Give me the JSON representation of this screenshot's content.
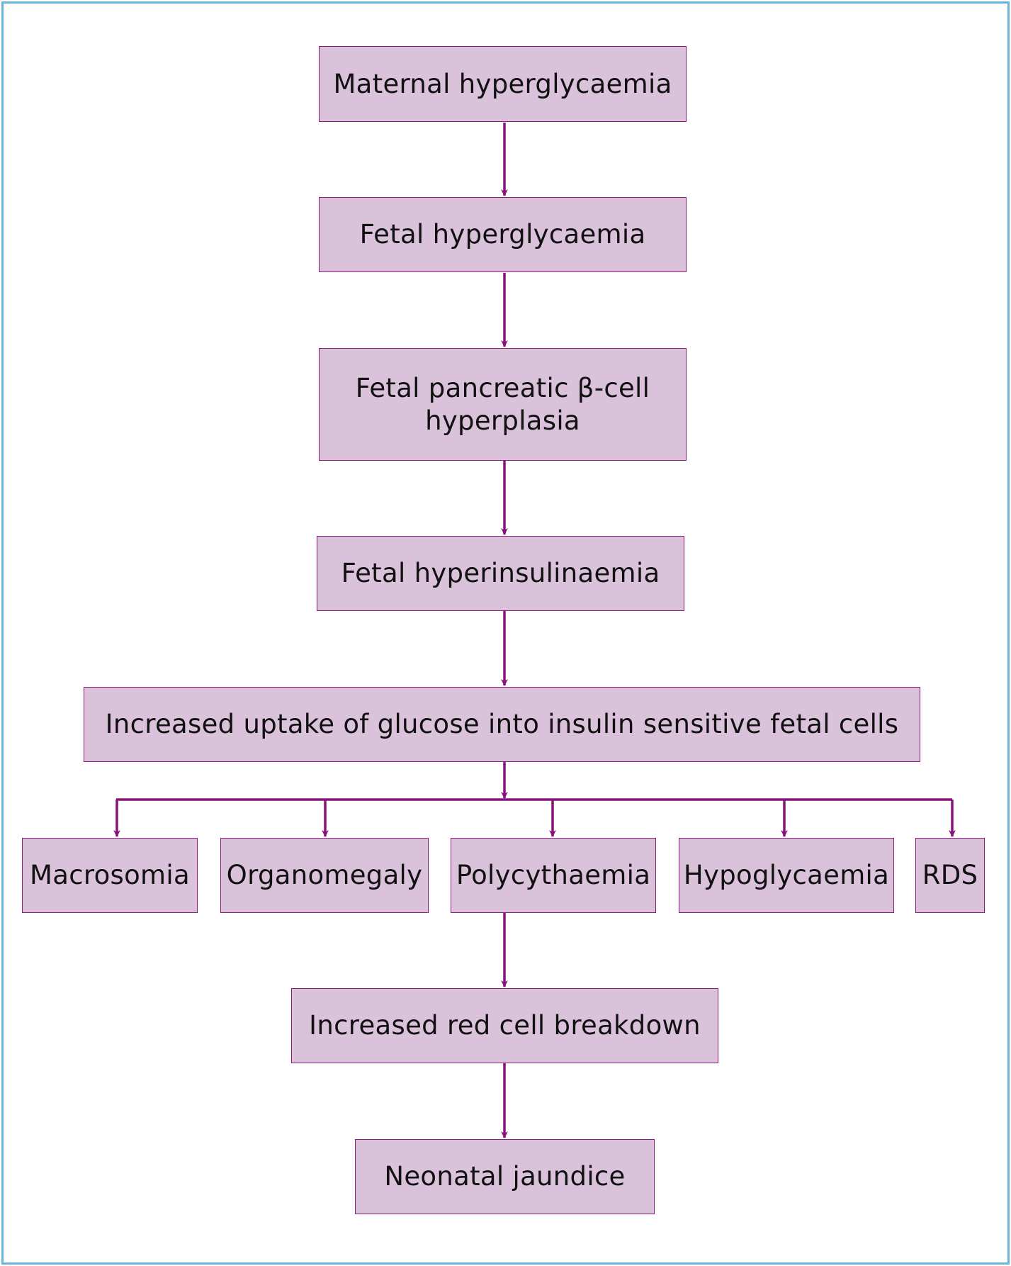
{
  "theme": {
    "box_fill": "#dbc2db",
    "box_border": "#8b1a7a",
    "arrow_color": "#87127a",
    "frame_color": "#6cb4e0"
  },
  "nodes": {
    "maternal": "Maternal hyperglycaemia",
    "fetal_hyperglycaemia": "Fetal hyperglycaemia",
    "beta_cell_line1": "Fetal pancreatic β-cell",
    "beta_cell_line2": "hyperplasia",
    "hyperinsulinaemia": "Fetal hyperinsulinaemia",
    "uptake": "Increased uptake of glucose into insulin sensitive fetal cells",
    "macrosomia": "Macrosomia",
    "organomegaly": "Organomegaly",
    "polycythaemia": "Polycythaemia",
    "hypoglycaemia": "Hypoglycaemia",
    "rds": "RDS",
    "red_cell": "Increased red cell breakdown",
    "jaundice": "Neonatal jaundice"
  },
  "edges": [
    [
      "maternal",
      "fetal_hyperglycaemia"
    ],
    [
      "fetal_hyperglycaemia",
      "beta_cell"
    ],
    [
      "beta_cell",
      "hyperinsulinaemia"
    ],
    [
      "hyperinsulinaemia",
      "uptake"
    ],
    [
      "uptake",
      "macrosomia"
    ],
    [
      "uptake",
      "organomegaly"
    ],
    [
      "uptake",
      "polycythaemia"
    ],
    [
      "uptake",
      "hypoglycaemia"
    ],
    [
      "uptake",
      "rds"
    ],
    [
      "polycythaemia",
      "red_cell"
    ],
    [
      "red_cell",
      "jaundice"
    ]
  ]
}
